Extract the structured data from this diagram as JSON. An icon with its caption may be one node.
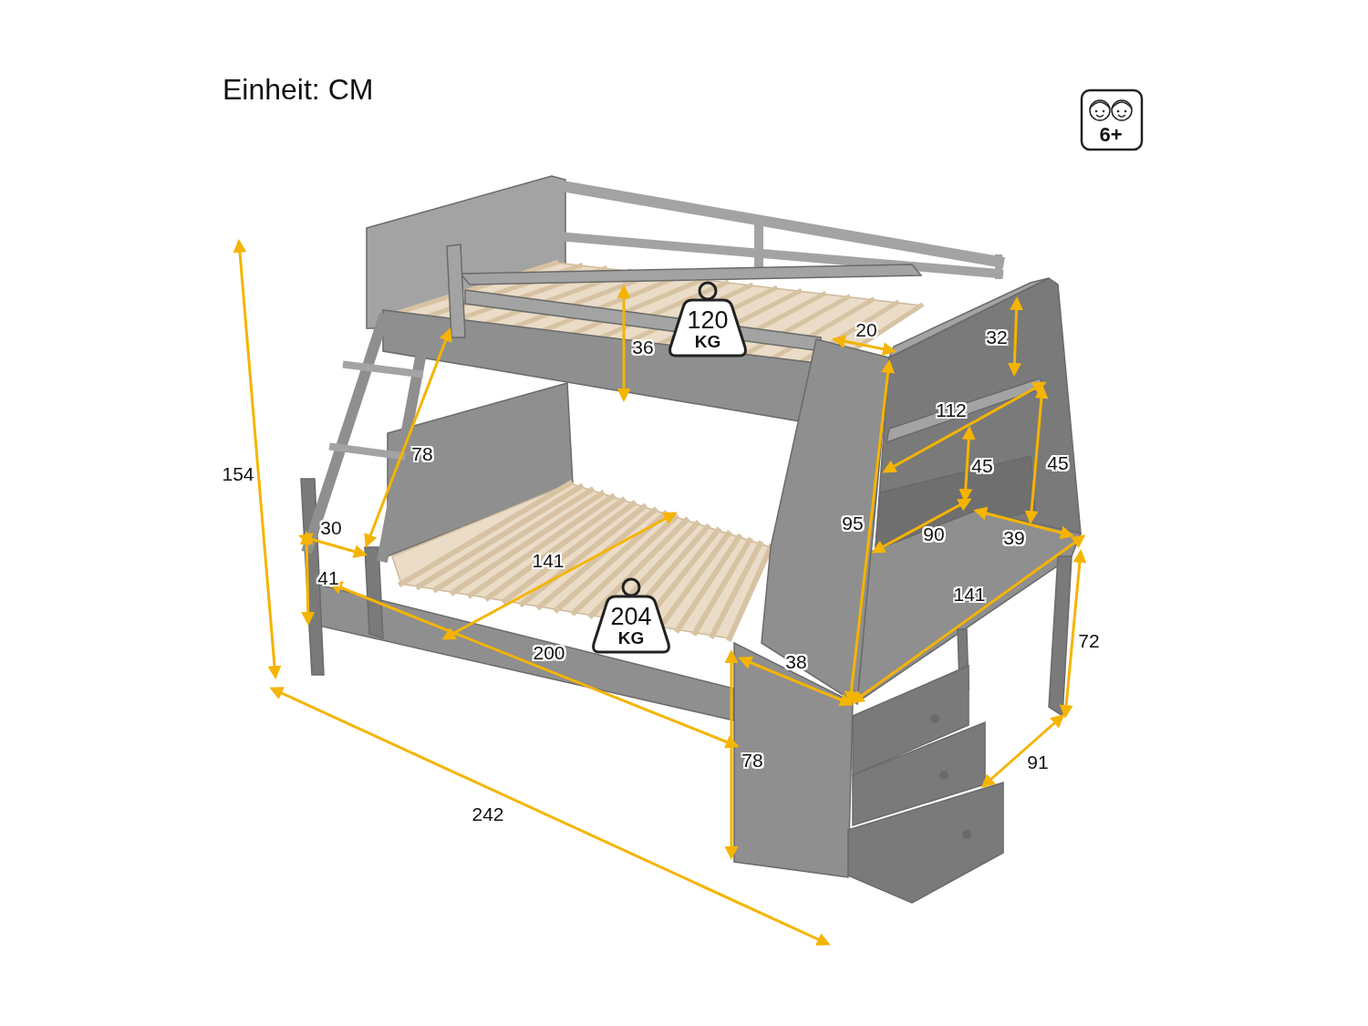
{
  "diagram": {
    "nodes": [
      {
        "text": [
          "120",
          "KG"
        ]
      },
      {
        "text": [
          "204",
          "KG"
        ]
      }
    ],
    "labels": [
      "Einheit: CM",
      "6+",
      "20",
      "32",
      "36",
      "112",
      "78",
      "45",
      "45",
      "154",
      "30",
      "95",
      "90",
      "39",
      "141",
      "41",
      "141",
      "200",
      "72",
      "38",
      "78",
      "91",
      "242"
    ]
  }
}
